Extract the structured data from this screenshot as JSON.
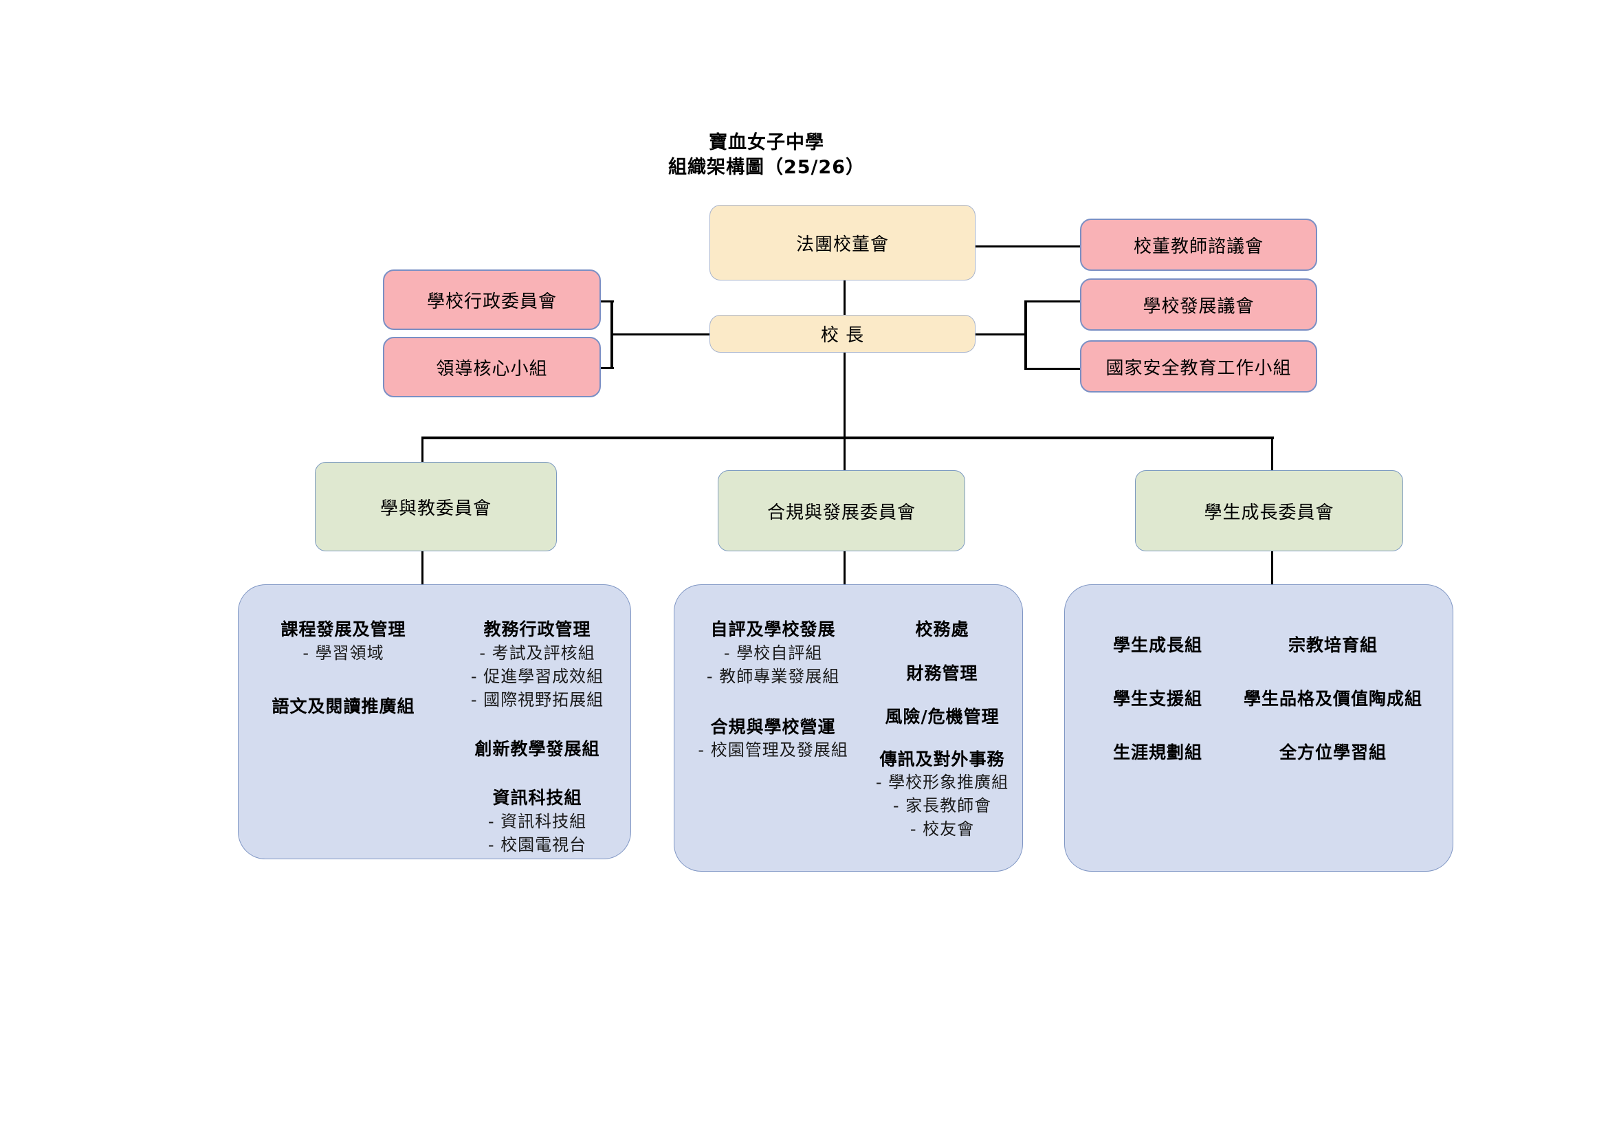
{
  "title": {
    "line1": "寶血女子中學",
    "line2": "組織架構圖（25/26）"
  },
  "nodes": {
    "imc": "法團校董會",
    "principal": "校 長",
    "left_side": [
      "學校行政委員會",
      "領導核心小組"
    ],
    "right_side": [
      "校董教師諮議會",
      "學校發展議會",
      "國家安全教育工作小組"
    ],
    "committees": [
      "學與教委員會",
      "合規與發展委員會",
      "學生成長委員會"
    ]
  },
  "panels": [
    {
      "id": "learning-teaching",
      "columns": [
        {
          "groups": [
            {
              "title": "課程發展及管理",
              "items": [
                "- 學習領域"
              ]
            },
            {
              "title": "語文及閱讀推廣組",
              "items": []
            }
          ]
        },
        {
          "groups": [
            {
              "title": "教務行政管理",
              "items": [
                "- 考試及評核組",
                "- 促進學習成效組",
                "- 國際視野拓展組"
              ]
            },
            {
              "title": "創新教學發展組",
              "items": []
            },
            {
              "title": "資訊科技組",
              "items": [
                "- 資訊科技組",
                "- 校園電視台"
              ]
            }
          ]
        }
      ]
    },
    {
      "id": "compliance-development",
      "columns": [
        {
          "groups": [
            {
              "title": "自評及學校發展",
              "items": [
                "- 學校自評組",
                "- 教師專業發展組"
              ]
            },
            {
              "title": "合規與學校營運",
              "items": [
                "- 校園管理及發展組"
              ]
            }
          ]
        },
        {
          "groups": [
            {
              "title": "校務處",
              "items": []
            },
            {
              "title": "財務管理",
              "items": []
            },
            {
              "title": "風險/危機管理",
              "items": []
            },
            {
              "title": "傳訊及對外事務",
              "items": [
                "- 學校形象推廣組",
                "- 家長教師會",
                "- 校友會"
              ]
            }
          ]
        }
      ]
    },
    {
      "id": "student-growth",
      "grid": [
        [
          "學生成長組",
          "宗教培育組"
        ],
        [
          "學生支援組",
          "學生品格及價值陶成組"
        ],
        [
          "生涯規劃組",
          "全方位學習組"
        ]
      ]
    }
  ],
  "colors": {
    "cream": "#fbeac8",
    "pink": "#f9b2b6",
    "green": "#dfe8d0",
    "blue": "#d4dcef",
    "line": "#000000",
    "border_blue": "#7f96c4"
  }
}
